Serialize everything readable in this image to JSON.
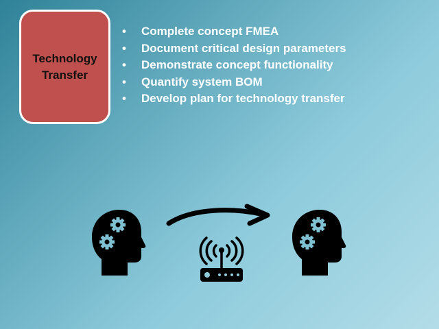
{
  "title_box": {
    "label": "Technology Transfer",
    "color": "#c0504d"
  },
  "bullets": [
    "Complete concept FMEA",
    "Document critical design parameters",
    "Demonstrate concept functionality",
    "Quantify system BOM",
    "Develop plan for technology transfer"
  ],
  "icons": [
    "head-gears-icon",
    "curved-arrow-icon",
    "wireless-router-icon",
    "head-gears-icon"
  ]
}
